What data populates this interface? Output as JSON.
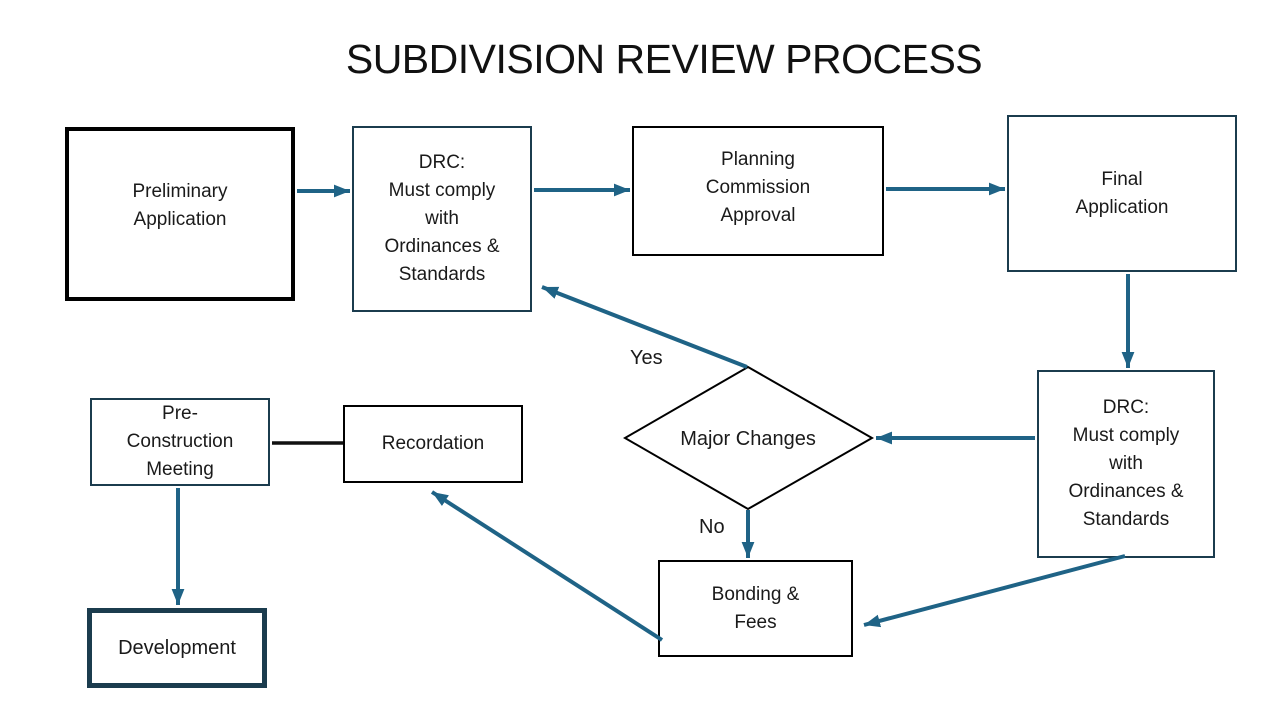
{
  "title": "SUBDIVISION REVIEW PROCESS",
  "colors": {
    "arrow": "#1f6386",
    "box_black": "#000000",
    "box_teal": "#1b3c4e",
    "connector_black": "#111111",
    "background": "#ffffff",
    "text": "#1a1a1a"
  },
  "nodes": {
    "preliminary": {
      "label": "Preliminary\nApplication"
    },
    "drc_top": {
      "label": "DRC:\nMust comply\nwith\nOrdinances &\nStandards"
    },
    "planning": {
      "label": "Planning\nCommission\nApproval"
    },
    "final": {
      "label": "Final\nApplication"
    },
    "drc_right": {
      "label": "DRC:\nMust comply\nwith\nOrdinances &\nStandards"
    },
    "major_changes": {
      "label": "Major Changes"
    },
    "bonding": {
      "label": "Bonding &\nFees"
    },
    "recordation": {
      "label": "Recordation"
    },
    "precon": {
      "label": "Pre-\nConstruction\nMeeting"
    },
    "development": {
      "label": "Development"
    }
  },
  "edge_labels": {
    "yes": "Yes",
    "no": "No"
  }
}
